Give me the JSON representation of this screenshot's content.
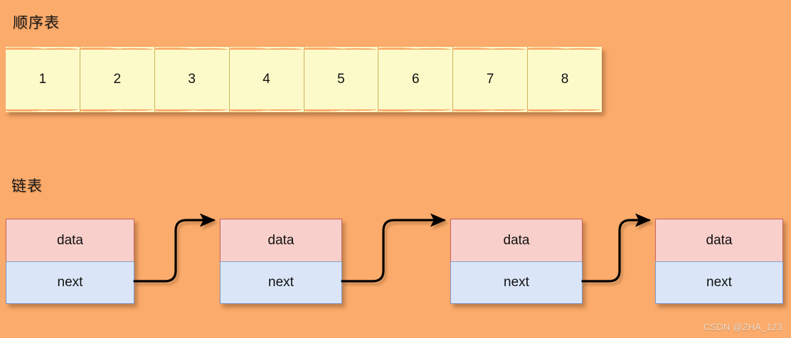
{
  "background_color": "#fbab6b",
  "sections": {
    "sequential": {
      "caption": "顺序表",
      "cell_fill": "#fcfac9",
      "cells": [
        {
          "label": "1"
        },
        {
          "label": "2"
        },
        {
          "label": "3"
        },
        {
          "label": "4"
        },
        {
          "label": "5"
        },
        {
          "label": "6"
        },
        {
          "label": "7"
        },
        {
          "label": "8"
        }
      ]
    },
    "linked": {
      "caption": "链表",
      "data_fill": "#f8cfcb",
      "next_fill": "#dae6f8",
      "nodes": [
        {
          "data_label": "data",
          "next_label": "next"
        },
        {
          "data_label": "data",
          "next_label": "next"
        },
        {
          "data_label": "data",
          "next_label": "next"
        },
        {
          "data_label": "data",
          "next_label": "next"
        }
      ],
      "arrow_count": 3,
      "arrow_color": "#000000"
    }
  },
  "watermark": {
    "text": "CSDN @ZHA_123"
  }
}
